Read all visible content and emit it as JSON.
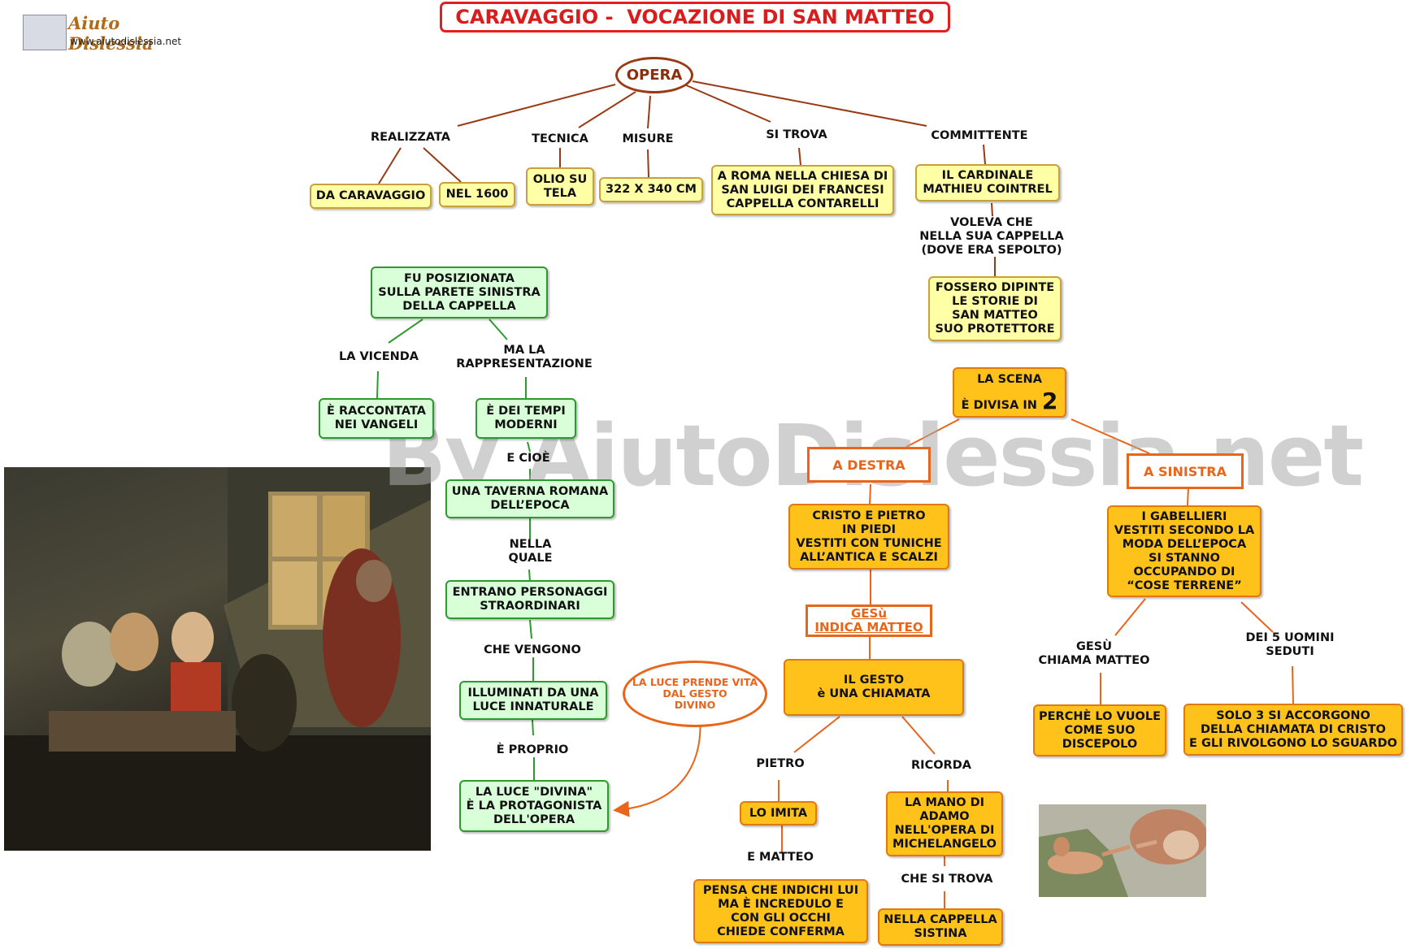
{
  "title": "CARAVAGGIO -  VOCAZIONE DI SAN MATTEO",
  "logo": {
    "name": "Aiuto Dislessia",
    "url": "www.aiutodislessia.net"
  },
  "watermark": "By AiutoDislessia.net",
  "colors": {
    "title_red": "#e61e1e",
    "yellow": "#ffffa6",
    "green": "#d8ffd8",
    "orange": "#ffc21a",
    "accent_orange": "#e8651c",
    "line_brown": "#9a3a14"
  },
  "opera": "OPERA",
  "top": {
    "realizzata": "REALIZZATA",
    "tecnica": "TECNICA",
    "misure": "MISURE",
    "si_trova": "SI TROVA",
    "committente": "COMMITTENTE",
    "da_caravaggio": "DA CARAVAGGIO",
    "nel_1600": "NEL 1600",
    "olio": "OLIO SU\nTELA",
    "misure_val": "322 X 340 CM",
    "roma": "A ROMA NELLA CHIESA DI\nSAN LUIGI DEI FRANCESI\nCAPPELLA CONTARELLI",
    "cardinale": "IL  CARDINALE\nMATHIEU COINTREL",
    "voleva": "VOLEVA CHE\nNELLA SUA CAPPELLA\n(DOVE ERA SEPOLTO)",
    "fossero": "FOSSERO DIPINTE\nLE STORIE DI\nSAN MATTEO\nSUO PROTETTORE"
  },
  "left": {
    "posizionata": "FU POSIZIONATA\nSULLA PARETE SINISTRA\nDELLA CAPPELLA",
    "la_vicenda": "LA VICENDA",
    "ma_la": "MA LA\nRAPPRESENTAZIONE",
    "vangeli": "È RACCONTATA\nNEI VANGELI",
    "tempi": "È DEI TEMPI\nMODERNI",
    "e_cioe": "E CIOÈ",
    "taverna": "UNA TAVERNA ROMANA\nDELL’EPOCA",
    "nella_quale": "NELLA\nQUALE",
    "entrano": "ENTRANO PERSONAGGI\nSTRAORDINARI",
    "che_vengono": "CHE VENGONO",
    "illuminati": "ILLUMINATI DA UNA\nLUCE INNATURALE",
    "e_proprio": "È PROPRIO",
    "luce_divina": "LA LUCE \"DIVINA\"\nÈ LA PROTAGONISTA\nDELL'OPERA"
  },
  "right": {
    "scena_line1": "LA SCENA",
    "scena_line2": "È DIVISA IN",
    "scena_num": "2",
    "a_destra": "A DESTRA",
    "a_sinistra": "A SINISTRA",
    "cristo": "CRISTO E PIETRO\nIN PIEDI\nVESTITI CON TUNICHE\nALL’ANTICA E SCALZI",
    "gabellieri": "I GABELLIERI\nVESTITI SECONDO LA\nMODA DELL’EPOCA\nSI STANNO\nOCCUPANDO DI\n“COSE TERRENE”",
    "gesu_indica": "GESù\nINDICA MATTEO",
    "luce_prende": "LA LUCE PRENDE VITA\nDAL GESTO\nDIVINO",
    "gesto": "IL GESTO\nè UNA CHIAMATA",
    "pietro": "PIETRO",
    "ricorda": "RICORDA",
    "lo_imita": "LO IMITA",
    "e_matteo": "E MATTEO",
    "pensa": "PENSA CHE INDICHI LUI\nMA È INCREDULO E\nCON GLI OCCHI\nCHIEDE CONFERMA",
    "mano": "LA MANO DI\nADAMO\nNELL'OPERA DI\nMICHELANGELO",
    "che_si_trova": "CHE SI TROVA",
    "sistina": "NELLA CAPPELLA\nSISTINA",
    "gesu_chiama": "GESÙ\nCHIAMA MATTEO",
    "dei_5": "DEI 5 UOMINI\nSEDUTI",
    "perche": "PERCHÈ LO VUOLE\nCOME SUO\nDISCEPOLO",
    "solo_3": "SOLO 3 SI ACCORGONO\nDELLA CHIAMATA DI CRISTO\nE GLI RIVOLGONO LO SGUARDO"
  }
}
